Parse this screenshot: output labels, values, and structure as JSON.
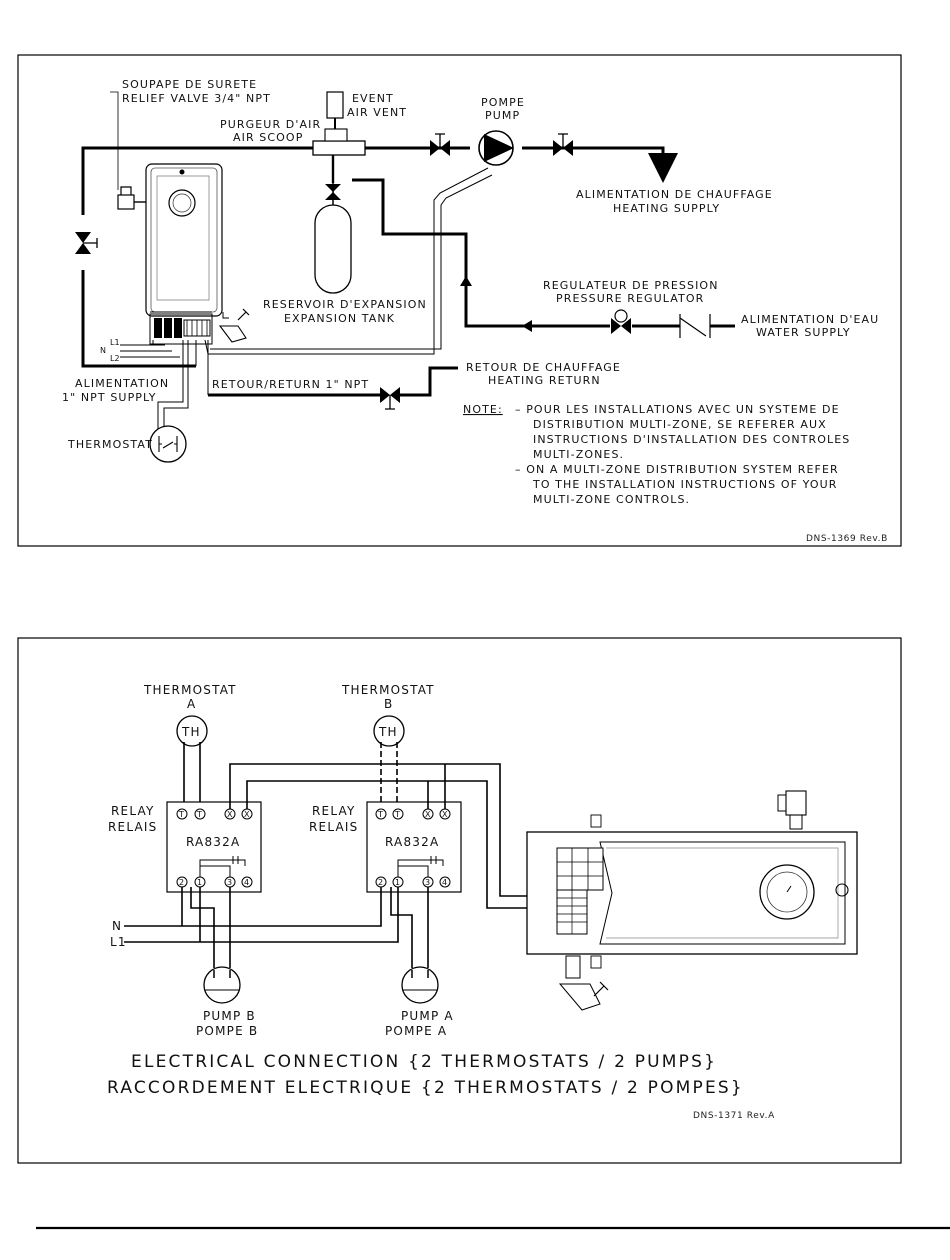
{
  "top": {
    "relief_valve_fr": "SOUPAPE DE SURETE",
    "relief_valve_en": "RELIEF VALVE 3/4\" NPT",
    "air_vent_fr": "EVENT",
    "air_vent_en": "AIR VENT",
    "air_scoop_fr": "PURGEUR D'AIR",
    "air_scoop_en": "AIR SCOOP",
    "pump_fr": "POMPE",
    "pump_en": "PUMP",
    "heating_supply_fr": "ALIMENTATION DE CHAUFFAGE",
    "heating_supply_en": "HEATING SUPPLY",
    "pressure_reg_fr": "REGULATEUR DE PRESSION",
    "pressure_reg_en": "PRESSURE REGULATOR",
    "water_supply_fr": "ALIMENTATION D'EAU",
    "water_supply_en": "WATER SUPPLY",
    "expansion_fr": "RESERVOIR D'EXPANSION",
    "expansion_en": "EXPANSION TANK",
    "l1": "L1",
    "n": "N",
    "l2": "L2",
    "supply_fr": "ALIMENTATION",
    "supply_en": "1\" NPT SUPPLY",
    "return": "RETOUR/RETURN 1\" NPT",
    "heating_return_fr": "RETOUR DE CHAUFFAGE",
    "heating_return_en": "HEATING RETURN",
    "thermostat": "THERMOSTAT",
    "note_label": "NOTE:",
    "note_lines": [
      "–  POUR LES INSTALLATIONS AVEC UN SYSTEME DE",
      "DISTRIBUTION MULTI-ZONE, SE REFERER AUX",
      "INSTRUCTIONS D'INSTALLATION DES CONTROLES",
      "MULTI-ZONES.",
      "–  ON A MULTI-ZONE DISTRIBUTION SYSTEM REFER",
      "TO THE INSTALLATION INSTRUCTIONS OF YOUR",
      "MULTI-ZONE CONTROLS."
    ],
    "ref": "DNS-1369  Rev.B"
  },
  "bottom": {
    "thermostat": "THERMOSTAT",
    "th_a_letter": "A",
    "th_b_letter": "B",
    "th": "TH",
    "relay_en": "RELAY",
    "relay_fr": "RELAIS",
    "relay_model": "RA832A",
    "term_t": "T",
    "term_x": "X",
    "term_2": "2",
    "term_1": "1",
    "term_3": "3",
    "term_4": "4",
    "n": "N",
    "l1": "L1",
    "pump_b_en": "PUMP B",
    "pump_b_fr": "POMPE B",
    "pump_a_en": "PUMP A",
    "pump_a_fr": "POMPE A",
    "title_en": "ELECTRICAL CONNECTION {2 THERMOSTATS / 2 PUMPS}",
    "title_fr": "RACCORDEMENT ELECTRIQUE {2 THERMOSTATS / 2 POMPES}",
    "ref": "DNS-1371  Rev.A"
  }
}
